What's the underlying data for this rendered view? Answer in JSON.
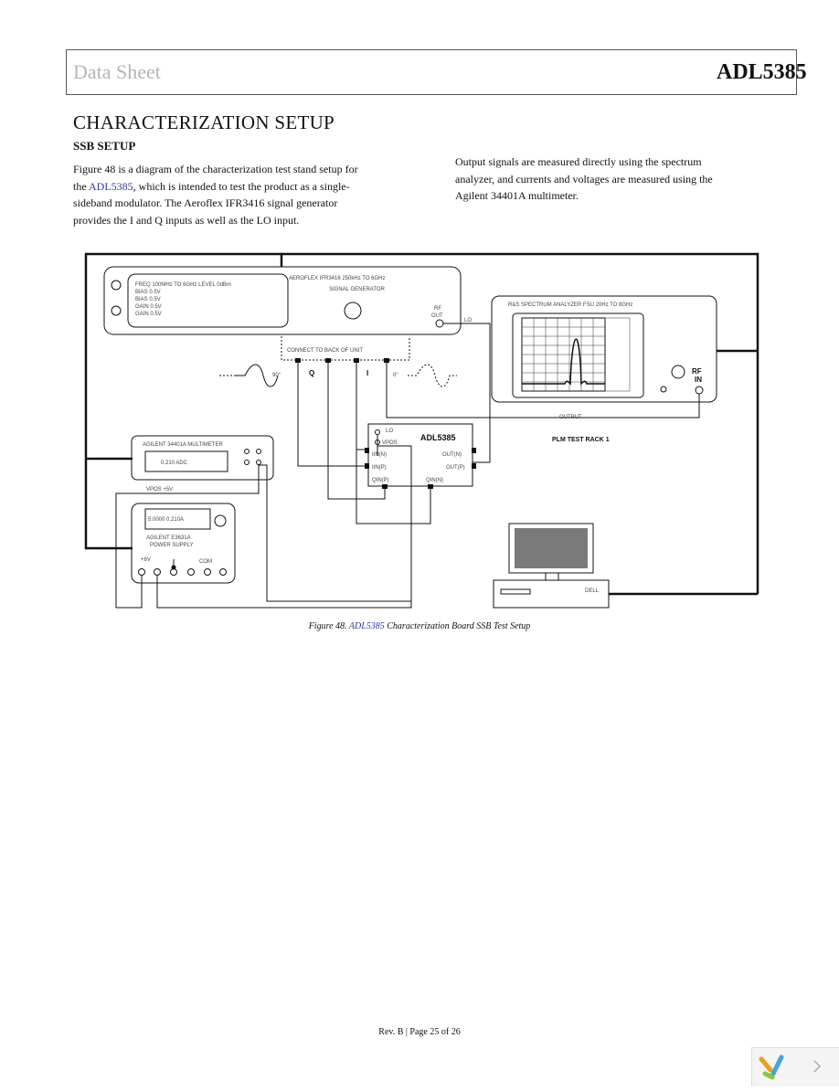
{
  "header": {
    "left": "Data Sheet",
    "right": "ADL5385"
  },
  "section": {
    "title": "CHARACTERIZATION SETUP",
    "subtitle": "SSB SETUP"
  },
  "paragraph_left": {
    "text_1": "Figure 48 is a diagram of the characterization test stand setup for the ",
    "link": "ADL5385",
    "text_2": ", which is intended to test the product as a single-sideband modulator. The Aeroflex IFR3416 signal generator provides the I and Q inputs as well as the LO input."
  },
  "paragraph_right": {
    "text": "Output signals are measured directly using the spectrum analyzer, and currents and voltages are measured using the Agilent 34401A multimeter."
  },
  "figure": {
    "siggen_line1": "FREQ 100MHz TO 6GHz  LEVEL 0dBm",
    "siggen_line2": "BIAS 0.5V",
    "siggen_line3": "BIAS 0.5V",
    "siggen_line4": "GAIN 0.5V",
    "siggen_line5": "GAIN 0.5V",
    "siggen_title": "AEROFLEX  IFR3416    250kHz TO 6GHz",
    "siggen_subtitle": "SIGNAL GENERATOR",
    "rf_out": "RF",
    "rf_out2": "OUT",
    "lo_label": "LO",
    "connect_label": "CONNECT TO BACK OF UNIT",
    "q_label": "Q",
    "i_label": "I",
    "phase_left": "90°",
    "phase_right": "0°",
    "sa_title": "R&S SPECTRUM ANALYZER  FSU 20Hz TO 8GHz",
    "rf_in": "RF",
    "rf_in2": "IN",
    "output_label": "OUTPUT",
    "rack_label": "PLM TEST RACK 1",
    "dut_name": "ADL5385",
    "dut_lo": "LO",
    "dut_vpos": "VPOS",
    "dut_iin_n": "IIN(N)",
    "dut_iin_p": "IIN(P)",
    "dut_qin_p": "QIN(P)",
    "dut_qin_n": "QIN(N)",
    "dut_out_n": "OUT(N)",
    "dut_out_p": "OUT(P)",
    "dmm_title": "AGILENT 34401A MULTIMETER",
    "dmm_value": "0.210 ADC",
    "vpos_label": "VPOS +5V",
    "psu_value": "5.0000   0.210A",
    "psu_title": "AGILENT E3631A",
    "psu_subtitle": "POWER SUPPLY",
    "psu_6v": "+6V",
    "psu_com": "COM",
    "pc_label": "DELL"
  },
  "caption": {
    "prefix": "Figure 48. ",
    "link": "ADL5385",
    "suffix": " Characterization Board SSB Test Setup"
  },
  "footer": "Rev. B | Page 25 of 26"
}
